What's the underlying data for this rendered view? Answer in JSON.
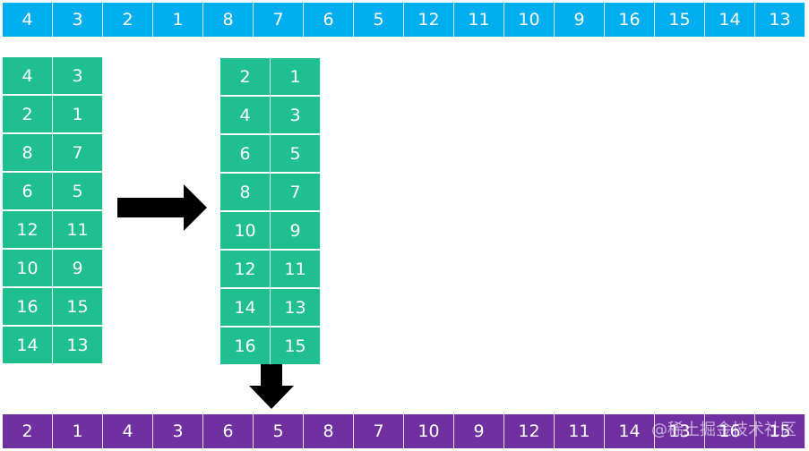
{
  "top_row": [
    "4",
    "3",
    "2",
    "1",
    "8",
    "7",
    "6",
    "5",
    "12",
    "11",
    "10",
    "9",
    "16",
    "15",
    "14",
    "13"
  ],
  "left_grid": [
    [
      "4",
      "3"
    ],
    [
      "2",
      "1"
    ],
    [
      "8",
      "7"
    ],
    [
      "6",
      "5"
    ],
    [
      "12",
      "11"
    ],
    [
      "10",
      "9"
    ],
    [
      "16",
      "15"
    ],
    [
      "14",
      "13"
    ]
  ],
  "right_grid": [
    [
      "2",
      "1"
    ],
    [
      "4",
      "3"
    ],
    [
      "6",
      "5"
    ],
    [
      "8",
      "7"
    ],
    [
      "10",
      "9"
    ],
    [
      "12",
      "11"
    ],
    [
      "14",
      "13"
    ],
    [
      "16",
      "15"
    ]
  ],
  "bottom_row": [
    "2",
    "1",
    "4",
    "3",
    "6",
    "5",
    "8",
    "7",
    "10",
    "9",
    "12",
    "11",
    "14",
    "13",
    "16",
    "15"
  ],
  "watermark": "@稀土掘金技术社区",
  "arrows": {
    "right": "arrow-right-icon",
    "down": "arrow-down-icon"
  },
  "colors": {
    "top_row": "#00aeef",
    "grid": "#1fbf8f",
    "bottom_row": "#7030a0",
    "arrow": "#000000"
  }
}
